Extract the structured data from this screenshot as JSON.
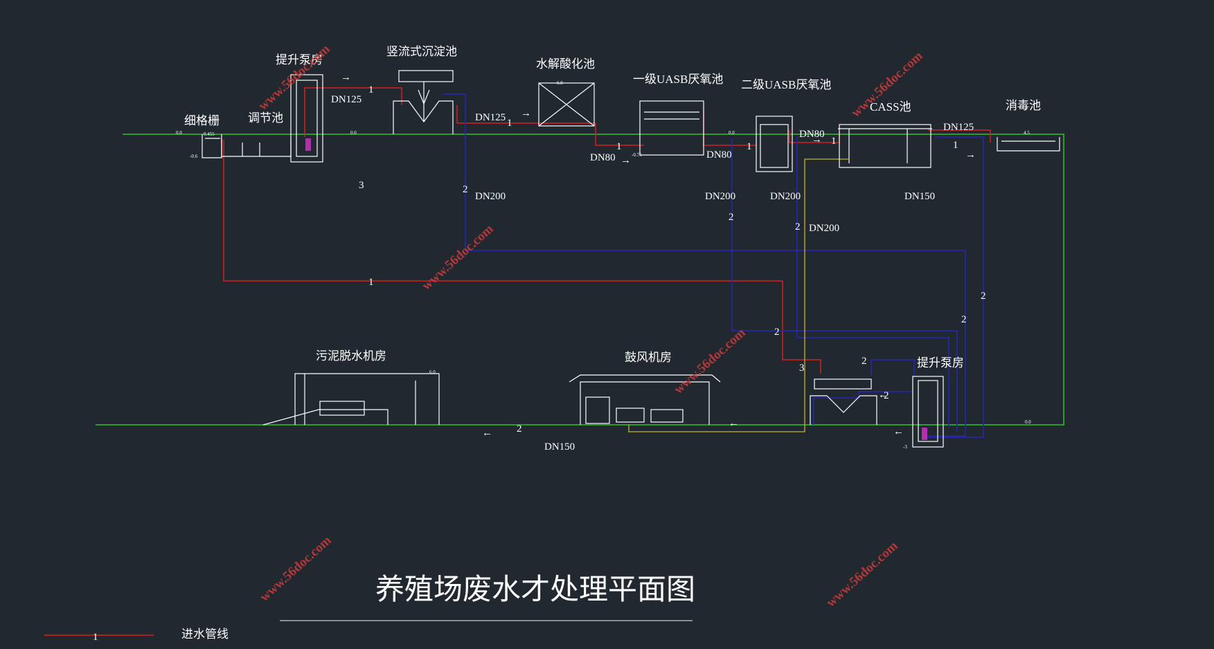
{
  "title": "养殖场废水才处理平面图",
  "units": {
    "fine_screen": "细格栅",
    "regulating_tank": "调节池",
    "lift_pump_top": "提升泵房",
    "vertical_settling": "竖流式沉淀池",
    "hydrolysis": "水解酸化池",
    "uasb1": "一级UASB厌氧池",
    "uasb2": "二级UASB厌氧池",
    "cass": "CASS池",
    "disinfection": "消毒池",
    "sludge_dewatering": "污泥脱水机房",
    "blower_room": "鼓风机房",
    "lift_pump_bottom": "提升泵房"
  },
  "pipe_sizes": {
    "dn125_a": "DN125",
    "dn125_b": "DN125",
    "dn125_c": "DN125",
    "dn80_a": "DN80",
    "dn80_b": "DN80",
    "dn80_c": "DN80",
    "dn200_a": "DN200",
    "dn200_b": "DN200",
    "dn200_c": "DN200",
    "dn200_d": "DN200",
    "dn150_a": "DN150",
    "dn150_b": "DN150"
  },
  "line_numbers": {
    "one": "1",
    "two": "2",
    "three": "3"
  },
  "elevations": {
    "e_neg06": "-0.6",
    "e_00": "0.0",
    "e_neg3": "-3",
    "e_60": "6.0",
    "e_45": "4.5",
    "e_0455": "0.455",
    "e_neg075": "-0.75"
  },
  "watermark": "www.56doc.com",
  "legend": {
    "line_label": "1",
    "line_desc": "进水管线"
  },
  "colors": {
    "background": "#222830",
    "ground": "#2fbf2f",
    "inflow": "#d42020",
    "sludge": "#2727b8",
    "air": "#c8b62e",
    "white": "#ffffff"
  }
}
